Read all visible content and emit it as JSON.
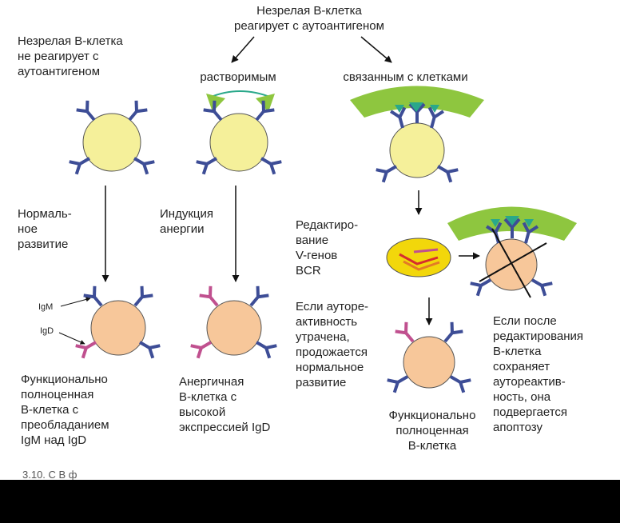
{
  "labels": {
    "top_title": "Незрелая В-клетка\nреагирует с аутоантигеном",
    "left_title": "Незрелая В-клетка\nне реагирует с\nаутоантигеном",
    "soluble": "растворимым",
    "cell_bound": "связанным с клетками",
    "normal_development": "Нормаль-\nное\nразвитие",
    "anergy_induction": "Индукция\nанергии",
    "receptor_editing": "Редактиро-\nвание\nV-генов\nBCR",
    "igm": "IgM",
    "igd": "IgD",
    "lost_autoreactivity": "Если ауторе-\nактивность\nутрачена,\nпродожается\nнормальное\nразвитие",
    "retained_autoreactivity": "Если после\nредактирования\nВ-клетка\nсохраняет\nаутореактив-\nность, она\nподвергается\nапоптозу",
    "functional_left": "Функционально\nполноценная\nВ-клетка с\nпреобладанием\nIgM над IgD",
    "anergic": "Анергичная\nВ-клетка с\nвысокой\nэкспрессией IgD",
    "functional_right": "Функционально\nполноценная\nВ-клетка"
  },
  "caption_fragment": "3.10. С                                             В        ф",
  "colors": {
    "immature_cell": "#f5f09a",
    "mature_cell": "#f7c79a",
    "igm_receptor": "#3d4d96",
    "igd_receptor": "#c0508f",
    "autoantigen": "#8ec63f",
    "antigen_tips": "#2aa88a",
    "nucleus": "#f2d70b"
  }
}
